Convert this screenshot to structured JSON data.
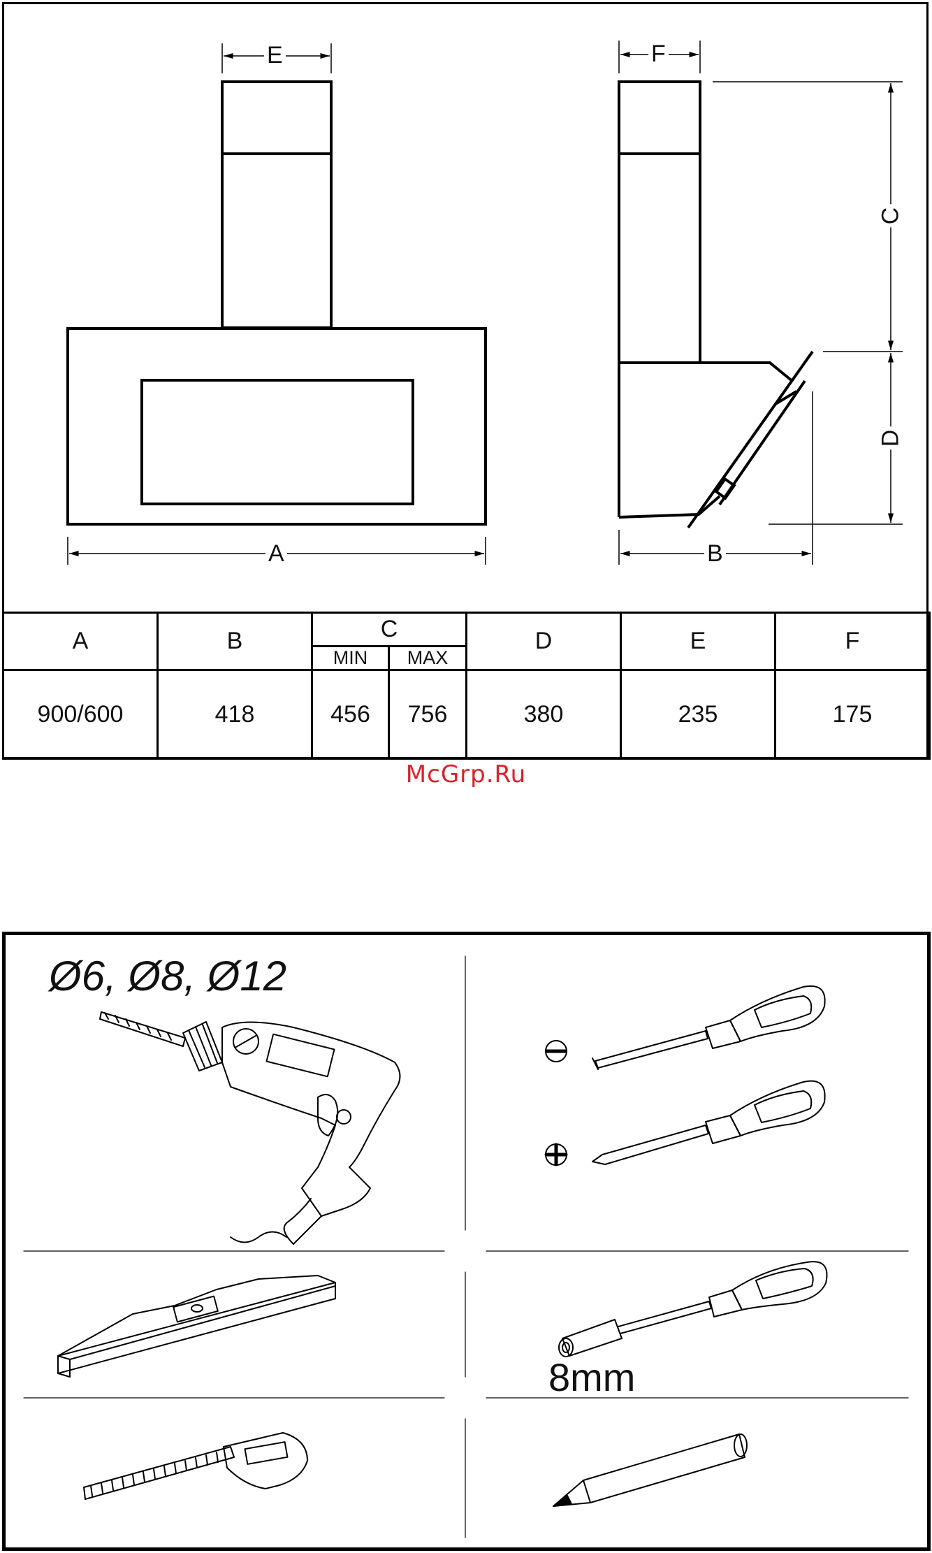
{
  "drawing": {
    "front_labels": {
      "width": "A",
      "chimney": "E"
    },
    "side_labels": {
      "depth": "B",
      "chimney_height": "C",
      "hood_height": "D",
      "chimney_depth": "F"
    }
  },
  "table": {
    "headers": [
      "A",
      "B",
      "C",
      "D",
      "E",
      "F"
    ],
    "c_sub": [
      "MIN",
      "MAX"
    ],
    "values": {
      "A": "900/600",
      "B": "418",
      "C_min": "456",
      "C_max": "756",
      "D": "380",
      "E": "235",
      "F": "175"
    }
  },
  "watermark": "McGrp.Ru",
  "tools": {
    "drill_sizes": "Ø6, Ø8, Ø12",
    "socket_size": "8mm",
    "icons": [
      "drill-icon",
      "flat-screwdriver-icon",
      "phillips-screwdriver-icon",
      "spirit-level-icon",
      "socket-driver-icon",
      "tape-measure-icon",
      "pencil-icon"
    ]
  }
}
